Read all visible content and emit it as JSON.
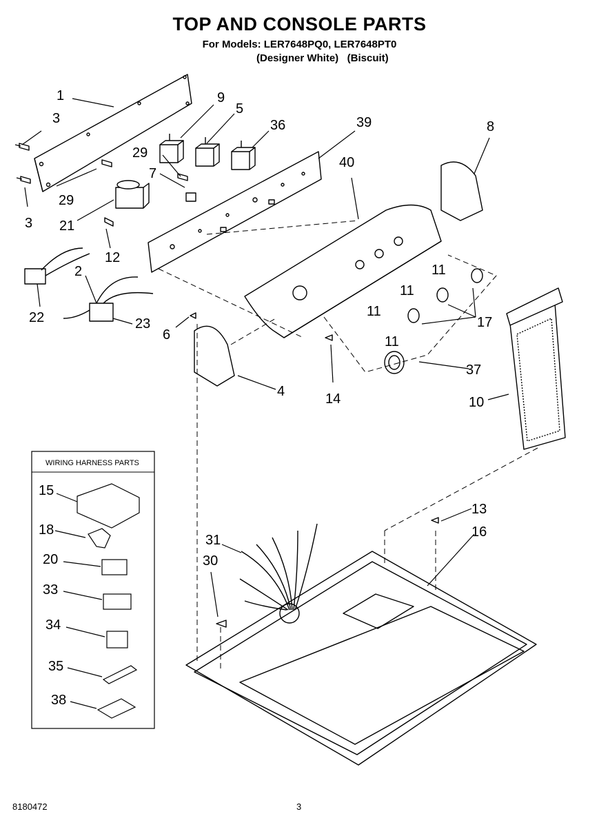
{
  "header": {
    "title": "TOP AND CONSOLE PARTS",
    "models": "For Models: LER7648PQ0, LER7648PT0",
    "variants": "(Designer White)   (Biscuit)"
  },
  "callouts": [
    "1",
    "3",
    "29",
    "3",
    "9",
    "5",
    "36",
    "39",
    "29",
    "7",
    "21",
    "40",
    "8",
    "12",
    "2",
    "22",
    "23",
    "11",
    "11",
    "11",
    "17",
    "6",
    "11",
    "4",
    "14",
    "37",
    "10",
    "13",
    "16",
    "31",
    "30"
  ],
  "wiring_box": {
    "title": "WIRING HARNESS PARTS",
    "items": [
      "15",
      "18",
      "20",
      "33",
      "34",
      "35",
      "38"
    ]
  },
  "footer": {
    "doc_number": "8180472",
    "page": "3"
  }
}
